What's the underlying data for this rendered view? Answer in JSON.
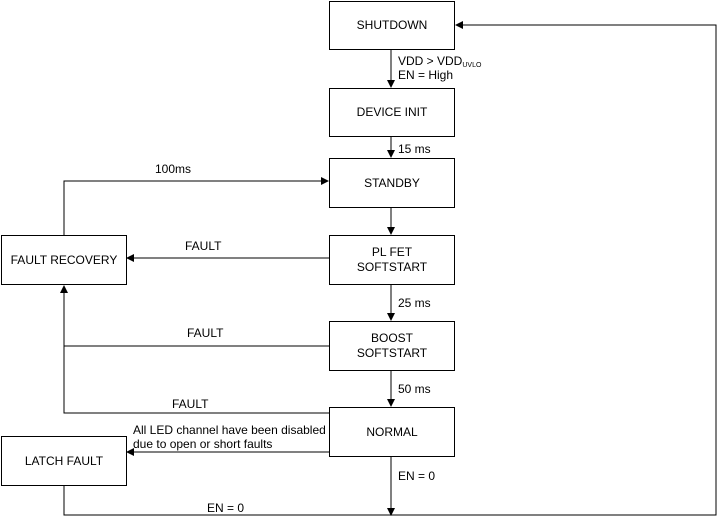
{
  "states": {
    "shutdown": "SHUTDOWN",
    "device_init": "DEVICE INIT",
    "standby": "STANDBY",
    "pl_fet_line1": "PL FET",
    "pl_fet_line2": "SOFTSTART",
    "boost_line1": "BOOST",
    "boost_line2": "SOFTSTART",
    "normal": "NORMAL",
    "fault_recovery": "FAULT RECOVERY",
    "latch_fault": "LATCH FAULT"
  },
  "transitions": {
    "vdd_main": "VDD > VDD",
    "vdd_sub": "UVLO",
    "en_high": "EN = High",
    "t_15ms": "15 ms",
    "t_100ms": "100ms",
    "fault_plfet": "FAULT",
    "t_25ms": "25 ms",
    "fault_boost": "FAULT",
    "t_50ms": "50 ms",
    "fault_normal": "FAULT",
    "led_line1": "All LED channel have been disabled",
    "led_line2": "due to open or short faults",
    "en0_normal": "EN = 0",
    "en0_latch": "EN = 0"
  }
}
